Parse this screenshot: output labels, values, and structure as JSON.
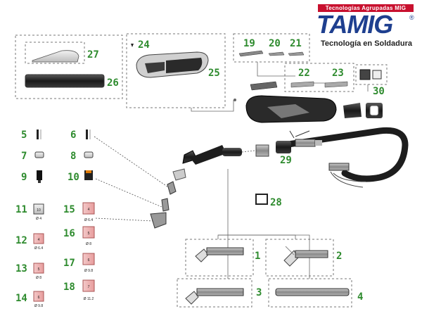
{
  "brand": {
    "tagline": "Tecnologías Agrupadas MIG",
    "logo": "TAMIG",
    "registered": "®",
    "subtitle": "Tecnología en Soldadura",
    "colors": {
      "red": "#c8102e",
      "blue": "#1e3f8f"
    }
  },
  "labels": {
    "p1": "1",
    "p2": "2",
    "p3": "3",
    "p4": "4",
    "p5": "5",
    "p6": "6",
    "p7": "7",
    "p8": "8",
    "p9": "9",
    "p10": "10",
    "p11": "11",
    "p12": "12",
    "p13": "13",
    "p14": "14",
    "p15": "15",
    "p16": "16",
    "p17": "17",
    "p18": "18",
    "p19": "19",
    "p20": "20",
    "p21": "21",
    "p22": "22",
    "p23": "23",
    "p24": "24",
    "p25": "25",
    "p26": "26",
    "p27": "27",
    "p28": "28",
    "p29": "29",
    "p30": "30"
  },
  "nozzle_specs": {
    "n11": {
      "size": "10",
      "dia": "Ø 4"
    },
    "n12": {
      "size": "4",
      "dia": "Ø 6.4"
    },
    "n13": {
      "size": "5",
      "dia": "Ø 8"
    },
    "n14": {
      "size": "6",
      "dia": "Ø 9.8"
    },
    "n15": {
      "size": "4",
      "dia": "Ø 6.4"
    },
    "n16": {
      "size": "5",
      "dia": "Ø 8"
    },
    "n17": {
      "size": "6",
      "dia": "Ø 9.8"
    },
    "n18": {
      "size": "7",
      "dia": "Ø 11.2"
    }
  }
}
